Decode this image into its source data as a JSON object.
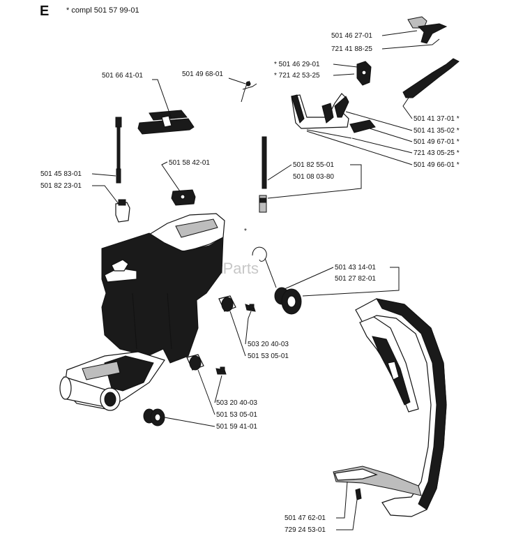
{
  "header": {
    "section_letter": "E",
    "note": "* compl 501 57 99-01"
  },
  "watermark": "ReplacementParts",
  "parts": {
    "throttle_lever": [
      "501 46 27-01",
      "721 41 88-25"
    ],
    "choke_parts": [
      "* 501 46 29-01",
      "* 721 42 53-25"
    ],
    "spring": "501 49 68-01",
    "damper_block": "501 66 41-01",
    "right_column": [
      "501 41 37-01  *",
      "501 41 35-02  *",
      "501 49 67-01  *",
      "721 43 05-25  *",
      "501 49 66-01  *"
    ],
    "pin": "501 58 42-01",
    "rod_left": [
      "501 45 83-01",
      "501 82 23-01"
    ],
    "rod_center": [
      "501 82 55-01",
      "501 08 03-80"
    ],
    "upper_buffer": [
      "501 43 14-01",
      "501 27 82-01"
    ],
    "mid_buffer": [
      "503 20 40-03",
      "501 53 05-01"
    ],
    "low_buffer": [
      "503 20 40-03",
      "501 53 05-01",
      "501 59 41-01"
    ],
    "front_handle": [
      "501 47 62-01",
      "729 24 53-01"
    ],
    "asterisk": "*"
  }
}
